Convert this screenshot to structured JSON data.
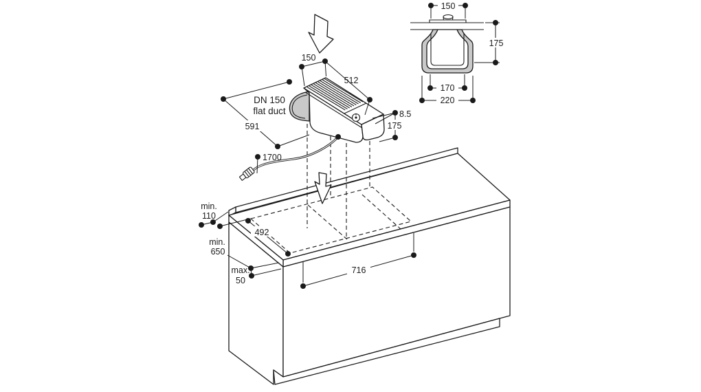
{
  "colors": {
    "line": "#1a1a1a",
    "duct_gray": "#c9c9c9",
    "background": "#ffffff"
  },
  "labels": {
    "main": {
      "duct_note_1": "DN 150",
      "duct_note_2": "flat duct",
      "unit_width": "150",
      "unit_length": "512",
      "unit_total_length": "591",
      "grille_lip": "8.5",
      "unit_height": "175",
      "cable_length": "1700",
      "back_clearance_1": "min.",
      "back_clearance_2": "110",
      "under_clearance_1": "min.",
      "under_clearance_2": "650",
      "overhang_1": "max.",
      "overhang_2": "50",
      "cutout_depth": "492",
      "cutout_width": "716"
    },
    "detail": {
      "top_width": "150",
      "height": "175",
      "inner_width": "170",
      "outer_width": "220"
    }
  }
}
